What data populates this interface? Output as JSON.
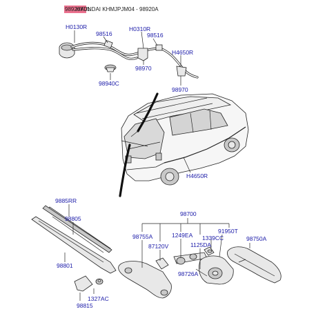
{
  "header": {
    "part_id": "98920A01",
    "caption": "HYUNDAI KHMJPJM04 - 98920A"
  },
  "labels": {
    "h0130r": "H0130R",
    "p98516a": "98516",
    "h0310r": "H0310R",
    "p98516b": "98516",
    "h4650r_top": "H4650R",
    "p98970a": "98970",
    "p98970b": "98970",
    "p98940c": "98940C",
    "h4650r_mid": "H4650R",
    "p9885rr": "9885RR",
    "p98805": "98805",
    "p98801": "98801",
    "p98700": "98700",
    "p98755a": "98755A",
    "p1249ea": "1249EA",
    "p91950t": "91950T",
    "p87120v": "87120V",
    "p1339cc": "1339CC",
    "p98750a": "98750A",
    "p1125da": "1125DA",
    "p98726a": "98726A",
    "p1327ac": "1327AC",
    "p98815": "98815"
  },
  "colors": {
    "label": "#1a1aa8",
    "highlight": "#e8587a",
    "line": "#222222"
  }
}
